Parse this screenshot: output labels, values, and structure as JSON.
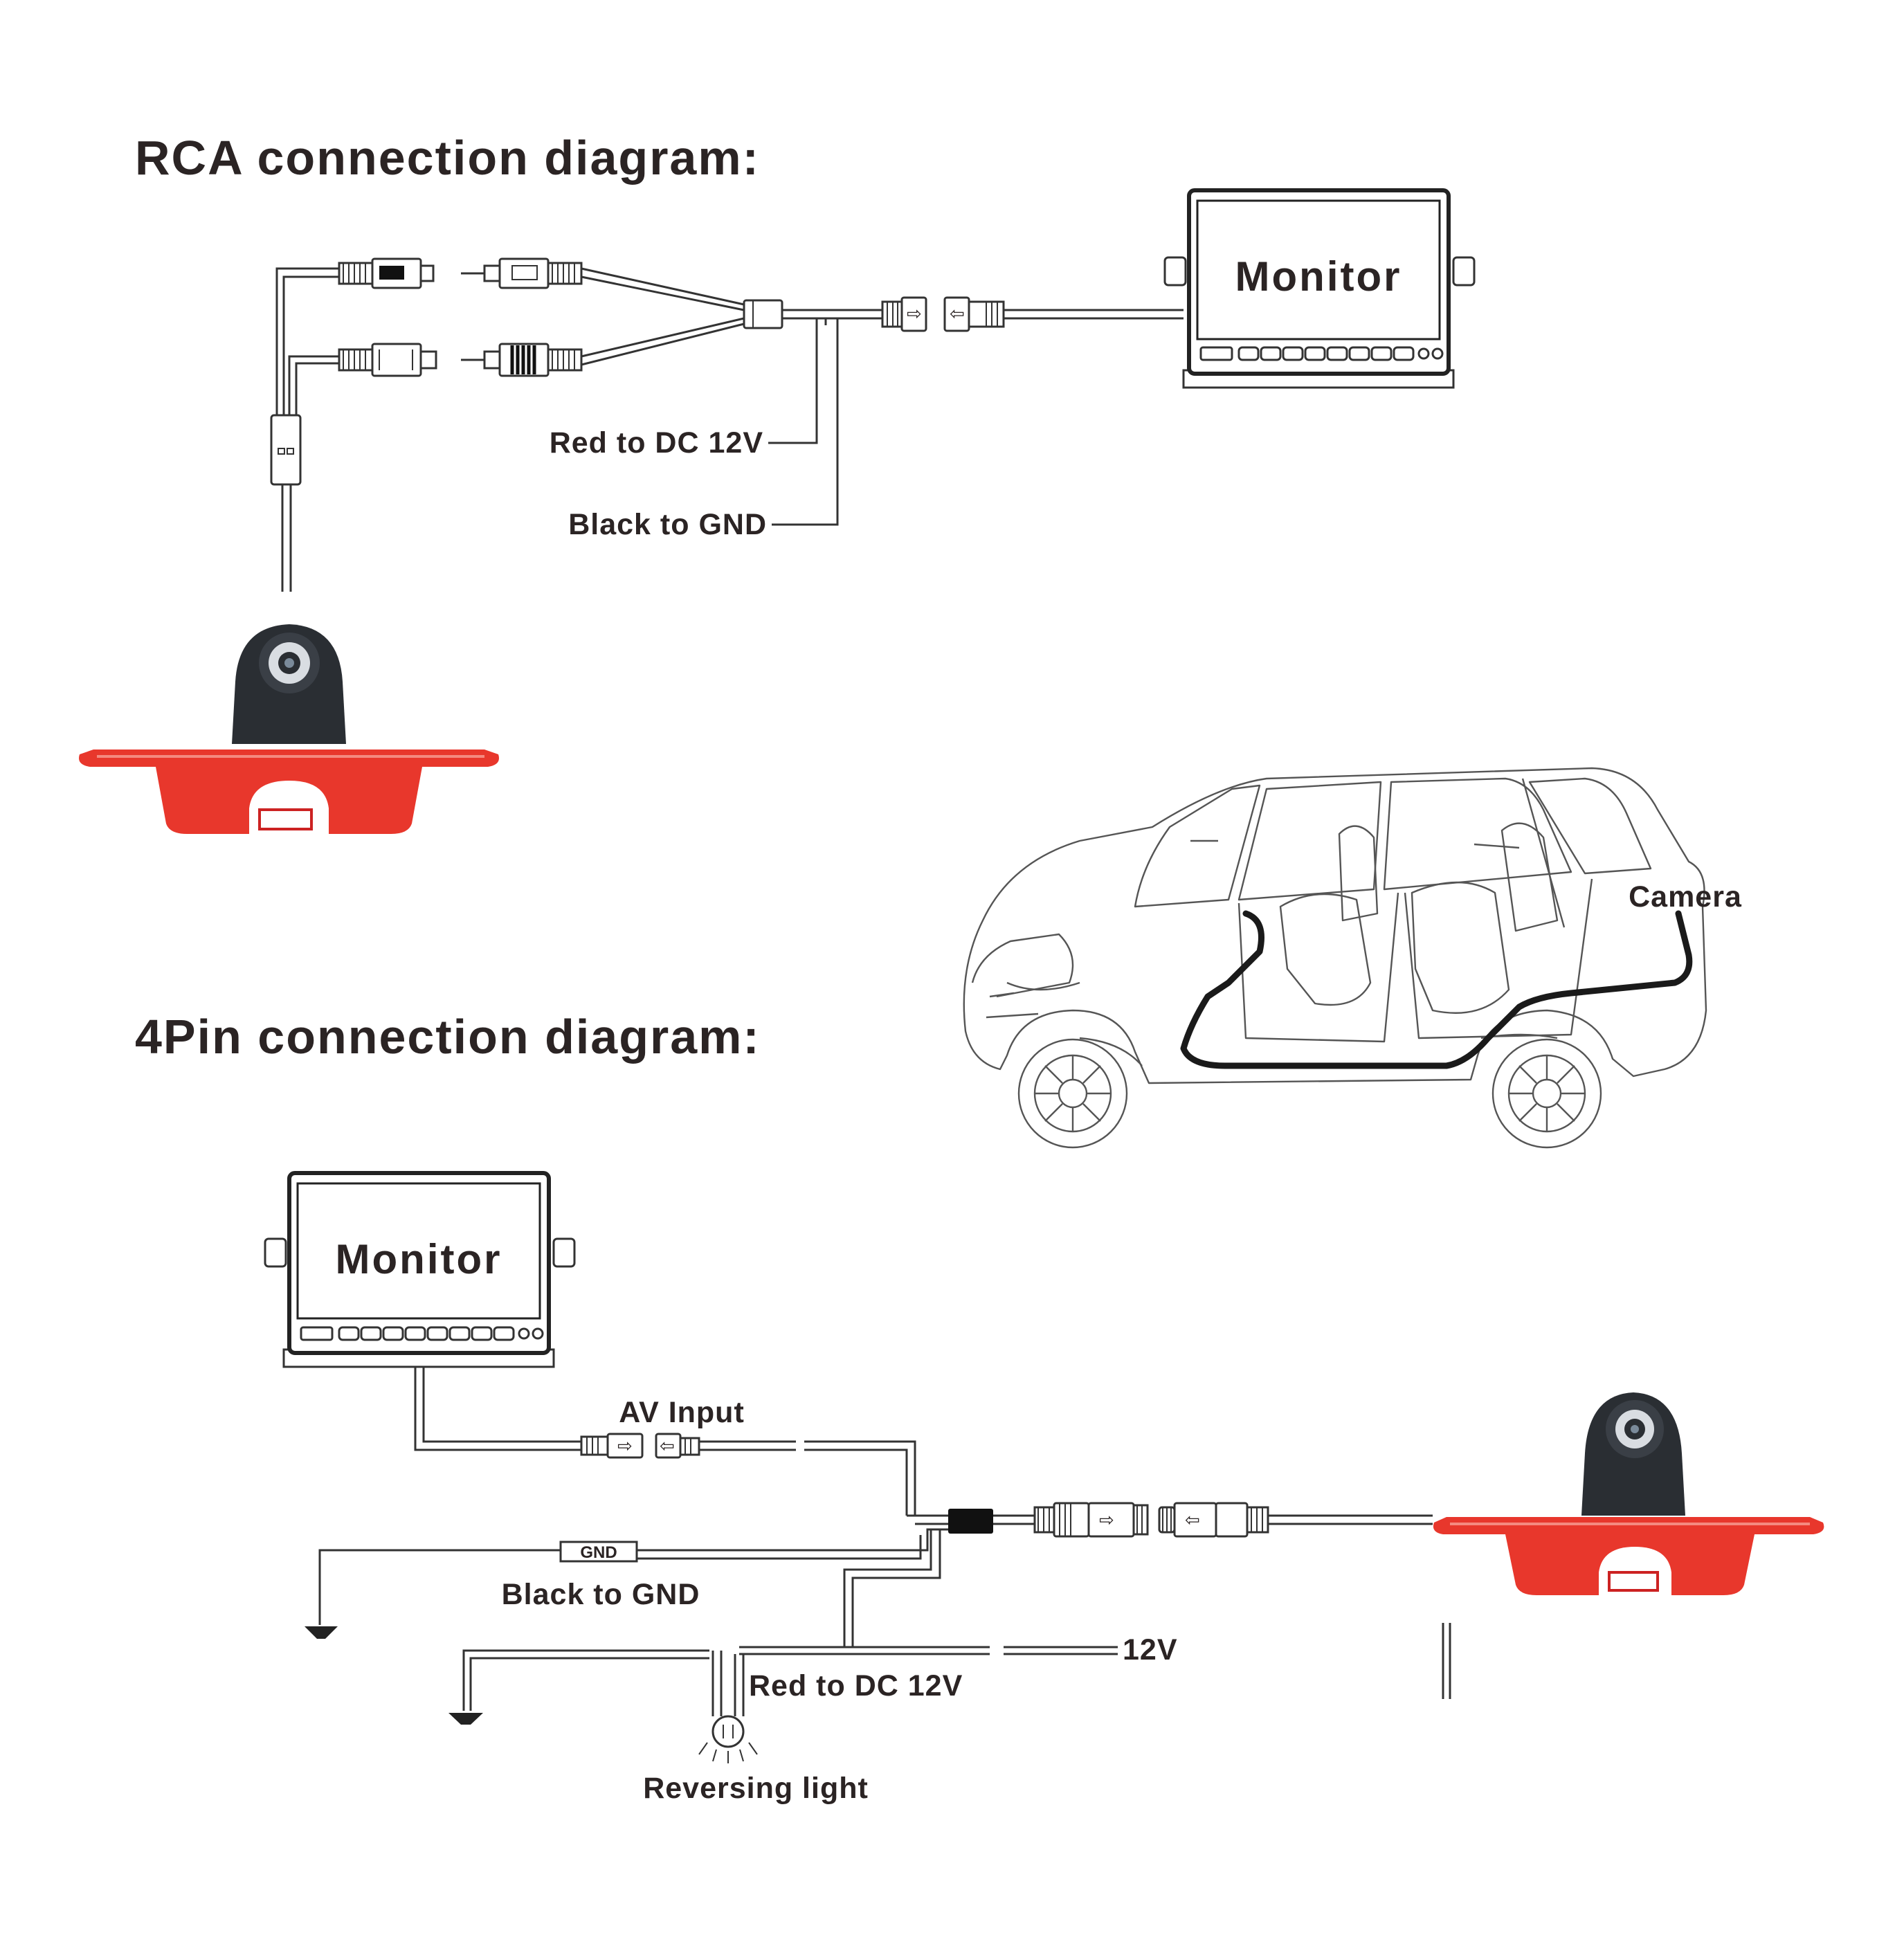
{
  "diagram": {
    "rca": {
      "title": "RCA connection diagram:",
      "monitor_label": "Monitor",
      "red_label": "Red to DC 12V",
      "black_label": "Black to GND"
    },
    "car": {
      "camera_label": "Camera"
    },
    "pin4": {
      "title": "4Pin connection diagram:",
      "monitor_label": "Monitor",
      "av_label": "AV Input",
      "gnd_tag": "GND",
      "black_label": "Black to GND",
      "v12_label": "12V",
      "red_label": "Red to DC 12V",
      "reversing_label": "Reversing light"
    },
    "colors": {
      "camera_housing": "#e8372c",
      "camera_body": "#2a2e33",
      "wire": "#333333",
      "text": "#2b2424"
    }
  }
}
